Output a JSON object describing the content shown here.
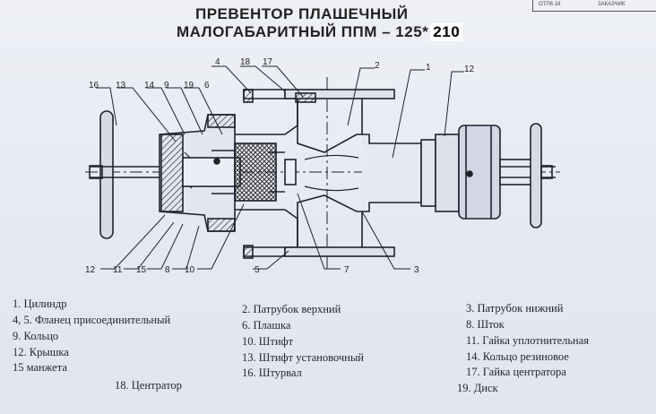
{
  "header": {
    "title_line1": "ПРЕВЕНТОР ПЛАШЕЧНЫЙ",
    "title_line2": "МАЛОГАБАРИТНЫЙ ППМ – 125*",
    "model_number": "210"
  },
  "stamp": {
    "left_text": "ОТП6.18",
    "right_text": "ЗАКАЗЧИК"
  },
  "callouts": [
    "1",
    "2",
    "3",
    "4",
    "5",
    "6",
    "7",
    "8",
    "9",
    "10",
    "11",
    "12",
    "13",
    "14",
    "15",
    "16",
    "17",
    "18",
    "19"
  ],
  "legend": [
    "1. Цилиндр",
    "4, 5. Фланец присоединительный",
    "9. Кольцо",
    "12. Крышка",
    "15 манжета",
    "18. Центратор",
    "2. Патрубок верхний",
    "6. Плашка",
    "10. Штифт",
    "13. Штифт установочный",
    "16. Штурвал",
    "3. Патрубок нижний",
    "8. Шток",
    "11. Гайка уплотнительная",
    "14. Кольцо резиновое",
    "17. Гайка центратора",
    "19. Диск"
  ],
  "colors": {
    "ink": "#1c1f2c",
    "paper": "#e9ecf4"
  }
}
